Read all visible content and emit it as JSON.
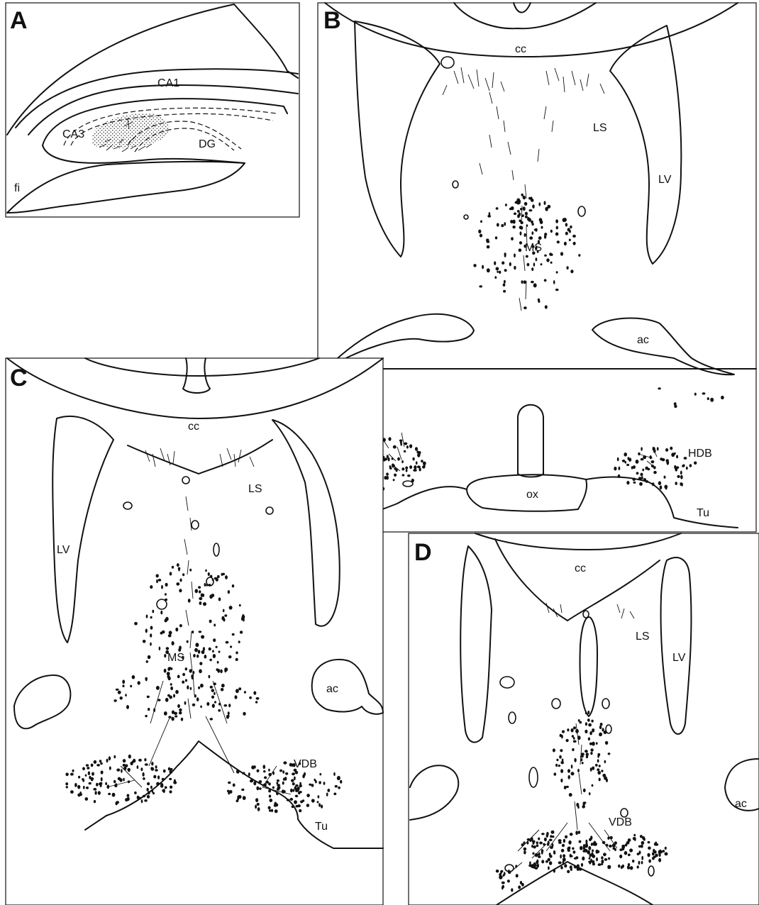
{
  "panels": {
    "A": {
      "letter": "A",
      "labels": {
        "ca1": "CA1",
        "ca3": "CA3",
        "dg": "DG",
        "fi": "fi"
      }
    },
    "B": {
      "letter": "B",
      "labels": {
        "cc": "cc",
        "ls": "LS",
        "lv": "LV",
        "ms": "MS",
        "ac": "ac",
        "hdb": "HDB",
        "ox": "ox",
        "tu": "Tu"
      }
    },
    "C": {
      "letter": "C",
      "labels": {
        "cc": "cc",
        "ls": "LS",
        "lv": "LV",
        "ms": "MS",
        "ac": "ac",
        "vdb": "VDB",
        "tu": "Tu"
      }
    },
    "D": {
      "letter": "D",
      "labels": {
        "cc": "cc",
        "ls": "LS",
        "lv": "LV",
        "ac": "ac",
        "vdb": "VDB"
      }
    }
  },
  "colors": {
    "ink": "#111111",
    "background": "#ffffff"
  }
}
